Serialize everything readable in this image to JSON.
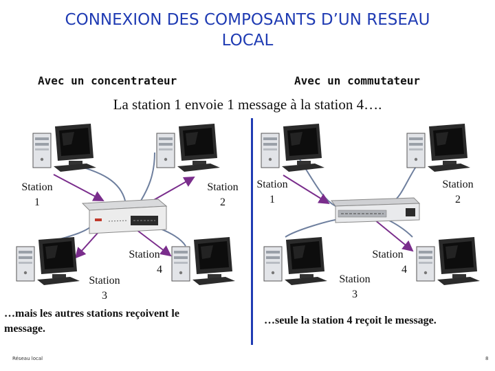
{
  "title": {
    "line1": "CONNEXION DES COMPOSANTS D’UN RESEAU",
    "line2": "LOCAL"
  },
  "left_heading": "Avec un concentrateur",
  "right_heading": "Avec un commutateur",
  "description": "La station 1 envoie 1 message à la station 4….",
  "left": {
    "s1": {
      "line1": "Station",
      "line2": "1"
    },
    "s2": {
      "line1": "Station",
      "line2": "2"
    },
    "s3": {
      "line1": "Station",
      "line2": "3"
    },
    "s4": {
      "line1": "Station",
      "line2": "4"
    },
    "caption": {
      "line1": "…mais les autres stations reçoivent le",
      "line2": "message."
    }
  },
  "right": {
    "s1": {
      "line1": "Station",
      "line2": "1"
    },
    "s2": {
      "line1": "Station",
      "line2": "2"
    },
    "s3": {
      "line1": "Station",
      "line2": "3"
    },
    "s4": {
      "line1": "Station",
      "line2": "4"
    },
    "caption": "…seule la station 4 reçoit le message."
  },
  "footer": {
    "left": "Réseau local",
    "page": "8"
  },
  "colors": {
    "title": "#1f3bb3",
    "arrow": "#7a2d8c",
    "cable": "#6e7f9e",
    "divider": "#1f3bb3"
  }
}
